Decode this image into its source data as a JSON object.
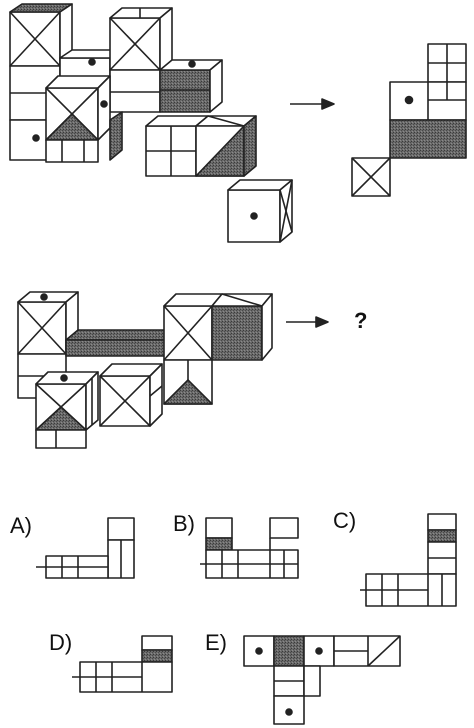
{
  "example_arrow_label": "",
  "question_mark": "?",
  "options": [
    {
      "label": "A)"
    },
    {
      "label": "B)"
    },
    {
      "label": "C)"
    },
    {
      "label": "D)"
    },
    {
      "label": "E)"
    }
  ],
  "colors": {
    "ink": "#222222",
    "shade": "#555555",
    "dark_fill": "#444444",
    "paper": "#ffffff"
  }
}
